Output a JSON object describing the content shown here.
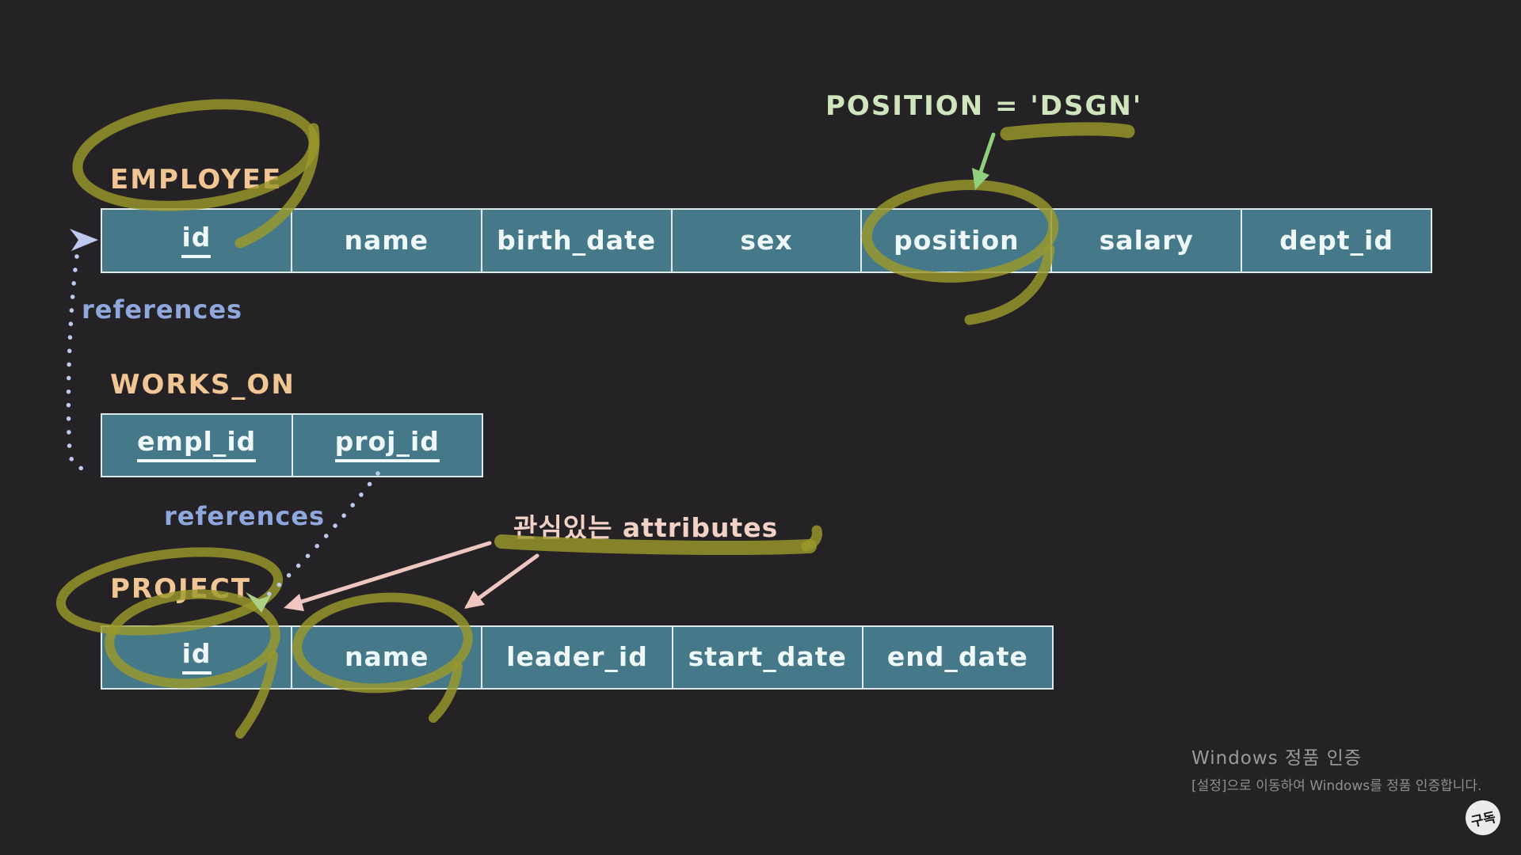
{
  "annotations": {
    "selection_condition": "POSITION = 'DSGN'",
    "reference_label_1": "references",
    "reference_label_2": "references",
    "attributes_note": "관심있는 attributes"
  },
  "tables": {
    "employee": {
      "label": "EMPLOYEE",
      "columns": [
        {
          "label": "id",
          "pk": true
        },
        {
          "label": "name"
        },
        {
          "label": "birth_date"
        },
        {
          "label": "sex"
        },
        {
          "label": "position"
        },
        {
          "label": "salary"
        },
        {
          "label": "dept_id"
        }
      ]
    },
    "works_on": {
      "label": "WORKS_ON",
      "columns": [
        {
          "label": "empl_id",
          "pk": true
        },
        {
          "label": "proj_id",
          "pk": true
        }
      ]
    },
    "project": {
      "label": "PROJECT",
      "columns": [
        {
          "label": "id",
          "pk": true
        },
        {
          "label": "name"
        },
        {
          "label": "leader_id"
        },
        {
          "label": "start_date"
        },
        {
          "label": "end_date"
        }
      ]
    }
  },
  "watermark": {
    "title": "Windows 정품 인증",
    "subtitle": "[설정]으로 이동하여 Windows를 정품 인증합니다."
  },
  "badge": {
    "label": "구독"
  },
  "colors": {
    "background": "#242225",
    "cell_fill": "#45798a",
    "cell_border": "#dde9eb",
    "cell_text": "#eef8f8",
    "entity_label": "#f2c694",
    "reference_text": "#8ea7dd",
    "condition_text": "#cfe5bd",
    "note_text": "#f2d2c6",
    "marker_olive": "#9b982b",
    "arrow_green": "#8fcf7d",
    "arrow_pink": "#efc6c0",
    "dotted_line": "#bdc9ef"
  }
}
